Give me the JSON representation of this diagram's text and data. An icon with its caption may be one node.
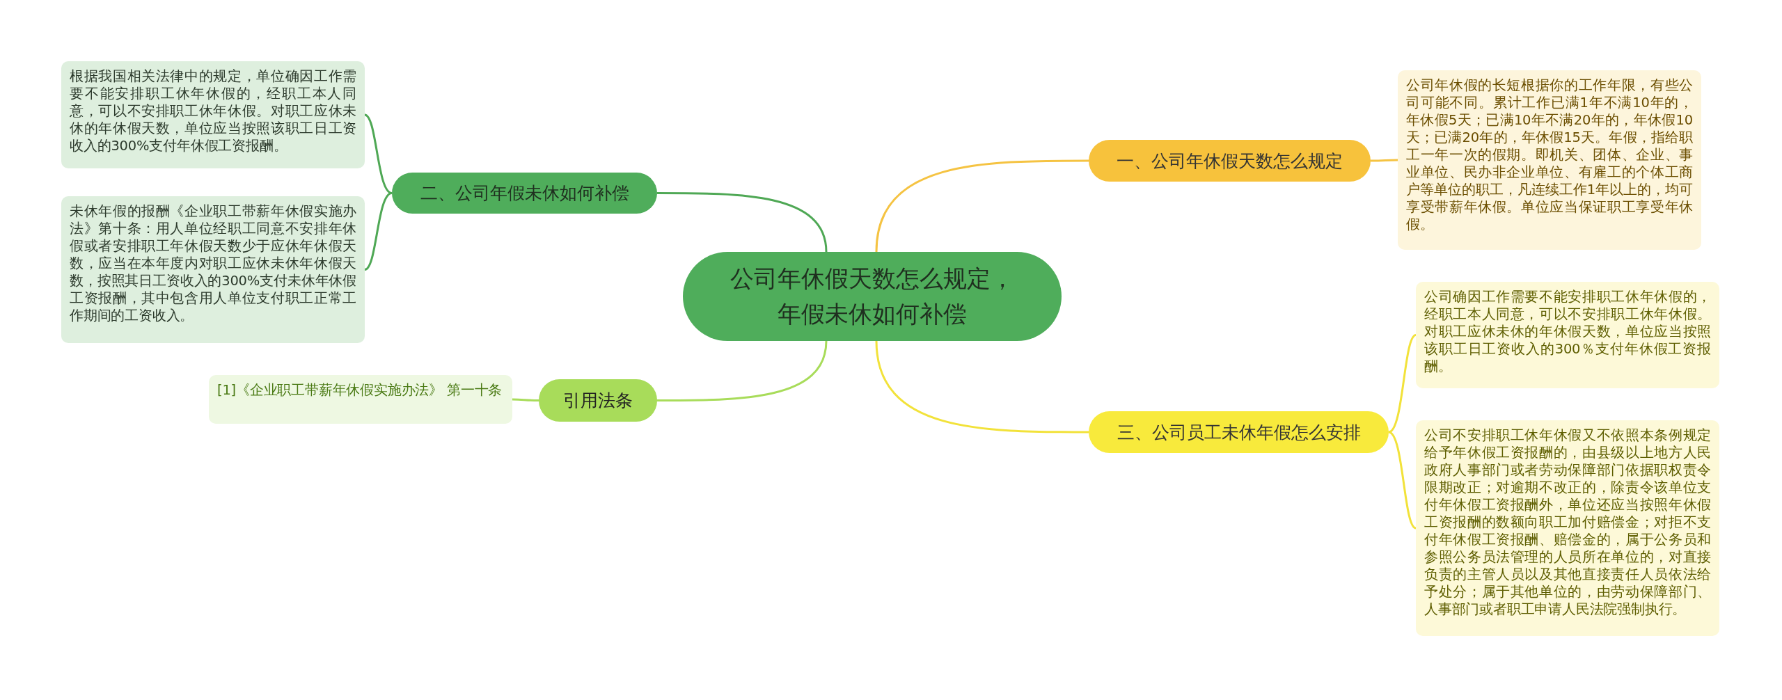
{
  "diagram": {
    "nodes": [
      {
        "text": [
          "公司年休假天数怎么规定，年假未休如何补偿"
        ]
      },
      {
        "text": [
          "一、公司年休假天数怎么规定"
        ]
      },
      {
        "text": [
          "公司年休假的长短根据你的工作年限，有些公司可能不同。累计工作已满1年不满10年的，年休假5天；已满10年不满20年的，年休假10天；已满20年的，年休假15天。年假，指给职工一年一次的假期。即机关、团体、企业、事业单位、民办非企业单位、有雇工的个体工商户等单位的职工，凡连续工作1年以上的，均可享受带薪年休假。单位应当保证职工享受年休假。"
        ]
      },
      {
        "text": [
          "三、公司员工未休年假怎么安排"
        ]
      },
      {
        "text": [
          "公司确因工作需要不能安排职工休年休假的，经职工本人同意，可以不安排职工休年休假。对职工应休未休的年休假天数，单位应当按照该职工日工资收入的300％支付年休假工资报酬。"
        ]
      },
      {
        "text": [
          "公司不安排职工休年休假又不依照本条例规定给予年休假工资报酬的，由县级以上地方人民政府人事部门或者劳动保障部门依据职权责令限期改正；对逾期不改正的，除责令该单位支付年休假工资报酬外，单位还应当按照年休假工资报酬的数额向职工加付赔偿金；对拒不支付年休假工资报酬、赔偿金的，属于公务员和参照公务员法管理的人员所在单位的，对直接负责的主管人员以及其他直接责任人员依法给予处分；属于其他单位的，由劳动保障部门、人事部门或者职工申请人民法院强制执行。"
        ]
      },
      {
        "text": [
          "二、公司年假未休如何补偿"
        ]
      },
      {
        "text": [
          "根据我国相关法律中的规定，单位确因工作需要不能安排职工休年休假的，经职工本人同意，可以不安排职工休年休假。对职工应休未休的年休假天数，单位应当按照该职工日工资收入的300%支付年休假工资报酬。"
        ]
      },
      {
        "text": [
          "未休年假的报酬《企业职工带薪年休假实施办法》第十条：用人单位经职工同意不安排年休假或者安排职工年休假天数少于应休年休假天数，应当在本年度内对职工应休未休年休假天数，按照其日工资收入的300%支付未休年休假工资报酬，其中包含用人单位支付职工正常工作期间的工资收入。"
        ]
      },
      {
        "text": [
          "引用法条"
        ]
      },
      {
        "text": [
          "[1]《企业职工带薪年休假实施办法》 第一十条"
        ]
      }
    ],
    "edges": [
      {
        "from": 0,
        "to": 1,
        "arrow": "none",
        "color": "#f5c342"
      },
      {
        "from": 1,
        "to": 2,
        "arrow": "none",
        "color": "#f5c342"
      },
      {
        "from": 0,
        "to": 3,
        "arrow": "none",
        "color": "#f2e23a"
      },
      {
        "from": 3,
        "to": 4,
        "arrow": "none",
        "color": "#f2e23a"
      },
      {
        "from": 3,
        "to": 5,
        "arrow": "none",
        "color": "#f2e23a"
      },
      {
        "from": 0,
        "to": 6,
        "arrow": "none",
        "color": "#4fa855"
      },
      {
        "from": 6,
        "to": 7,
        "arrow": "none",
        "color": "#4fa855"
      },
      {
        "from": 6,
        "to": 8,
        "arrow": "none",
        "color": "#4fa855"
      },
      {
        "from": 0,
        "to": 9,
        "arrow": "none",
        "color": "#a8dc5a"
      },
      {
        "from": 9,
        "to": 10,
        "arrow": "none",
        "color": "#a8dc5a"
      }
    ]
  }
}
